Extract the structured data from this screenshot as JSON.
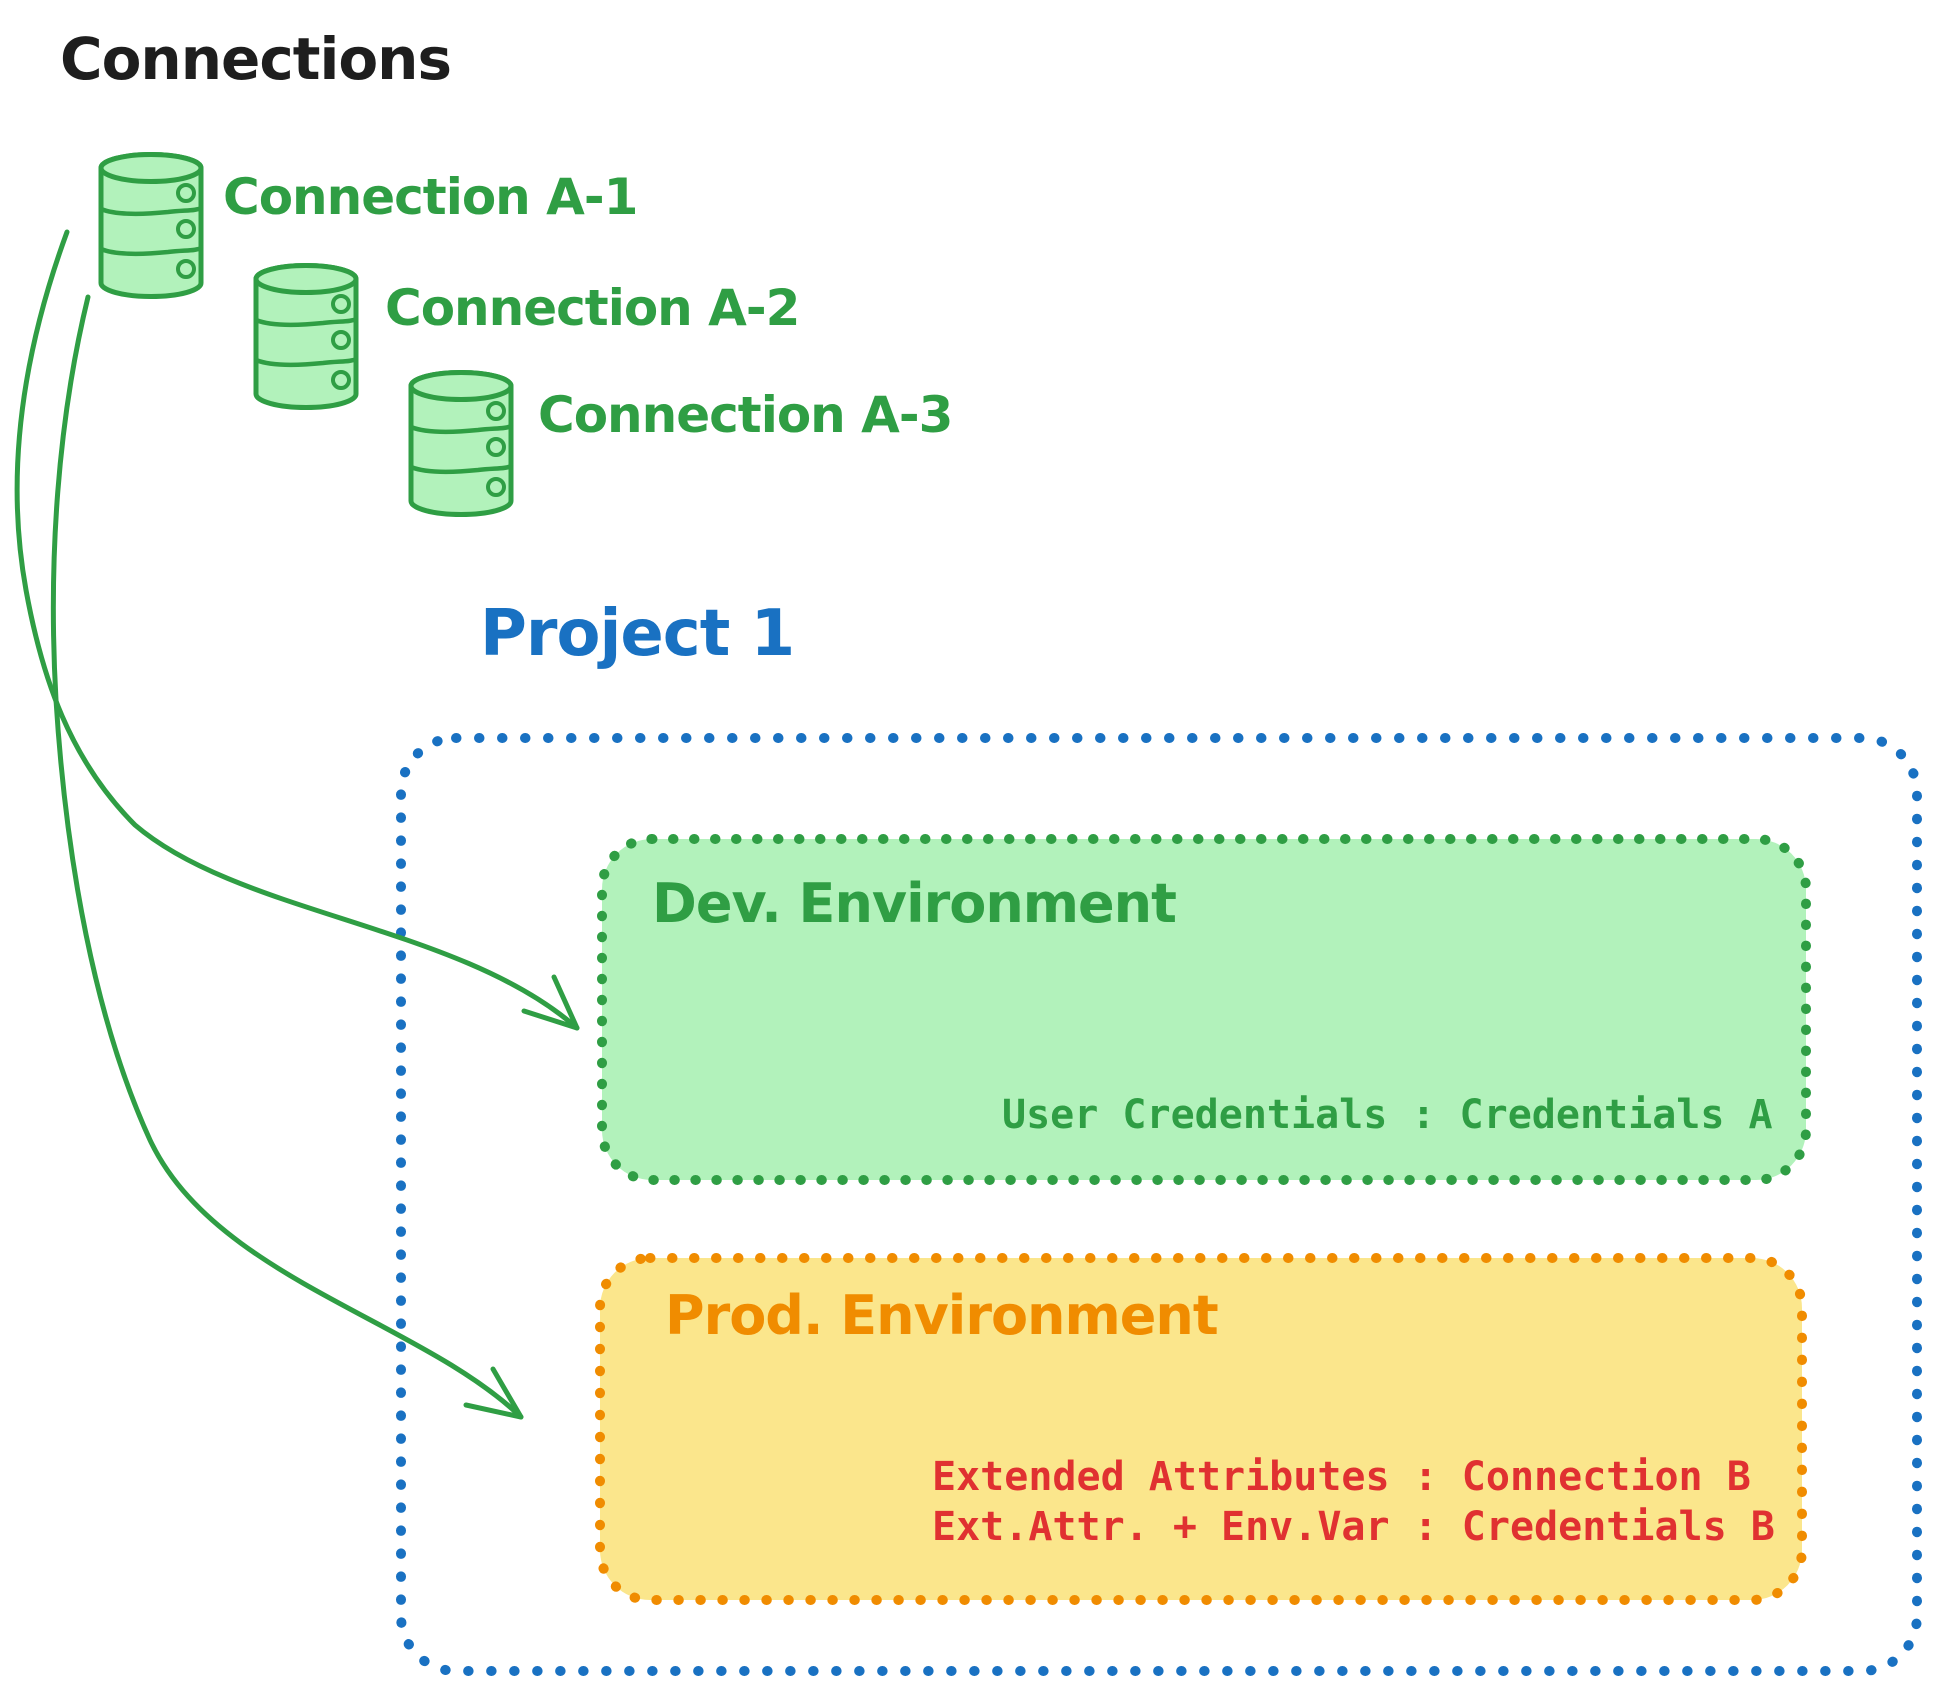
{
  "connections_title": "Connections",
  "connections": [
    {
      "label": "Connection A-1"
    },
    {
      "label": "Connection A-2"
    },
    {
      "label": "Connection A-3"
    }
  ],
  "project": {
    "title": "Project 1",
    "dev": {
      "title": "Dev. Environment",
      "credentials": "User Credentials : Credentials A"
    },
    "prod": {
      "title": "Prod. Environment",
      "attr_line1": "Extended Attributes : Connection B",
      "attr_line2": "Ext.Attr. + Env.Var : Credentials B"
    }
  },
  "colors": {
    "green_stroke": "#2f9e44",
    "green_fill": "#b2f2bb",
    "blue": "#1971c2",
    "orange": "#f08c00",
    "yellow_fill": "#fbe68c",
    "red": "#e03131",
    "black": "#1e1e1e"
  }
}
